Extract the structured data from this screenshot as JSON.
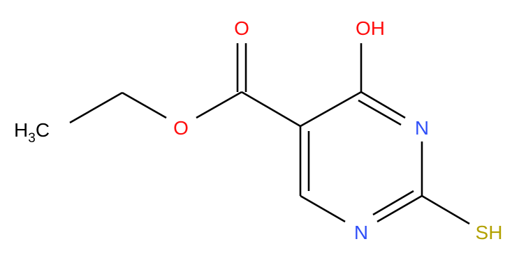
{
  "molecule": {
    "atoms": {
      "hydroxyl": {
        "text": "OH",
        "color": "#ff0d0d"
      },
      "carbonyl_oxygen": {
        "text": "O",
        "color": "#ff0d0d"
      },
      "ester_oxygen": {
        "text": "O",
        "color": "#ff0d0d"
      },
      "ring_nitrogen_upper": {
        "text": "N",
        "color": "#3050f8"
      },
      "ring_nitrogen_lower": {
        "text": "N",
        "color": "#3050f8"
      },
      "thiol": {
        "text": "SH",
        "color": "#b2a100"
      },
      "methyl": {
        "main": "H",
        "subscript": "3",
        "suffix": "C",
        "color": "#000000"
      }
    },
    "bond_color": "#000000"
  }
}
